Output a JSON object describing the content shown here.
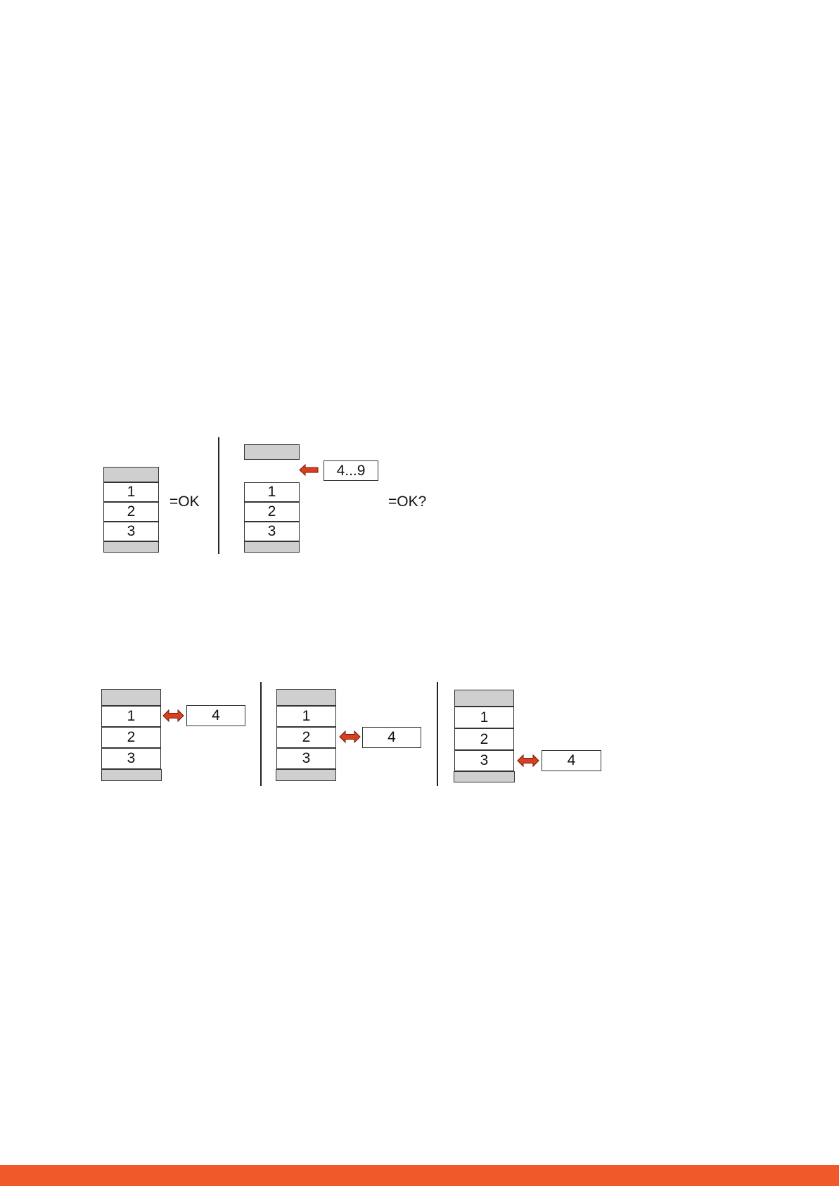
{
  "colors": {
    "accent": "#f05a2a",
    "arrow": "#d9401f",
    "bar": "#cfcfcf",
    "footer": "#f05a2a"
  },
  "diagram1": {
    "left_stack": {
      "rows": [
        "1",
        "2",
        "3"
      ]
    },
    "left_label": "=OK",
    "right_stack": {
      "rows": [
        "1",
        "2",
        "3"
      ]
    },
    "incoming_box": "4...9",
    "right_label": "=OK?"
  },
  "diagram2": {
    "panels": [
      {
        "rows": [
          "1",
          "2",
          "3"
        ],
        "insert_box": "4"
      },
      {
        "rows": [
          "1",
          "2",
          "3"
        ],
        "insert_box": "4"
      },
      {
        "rows": [
          "1",
          "2",
          "3"
        ],
        "insert_box": "4"
      }
    ]
  }
}
